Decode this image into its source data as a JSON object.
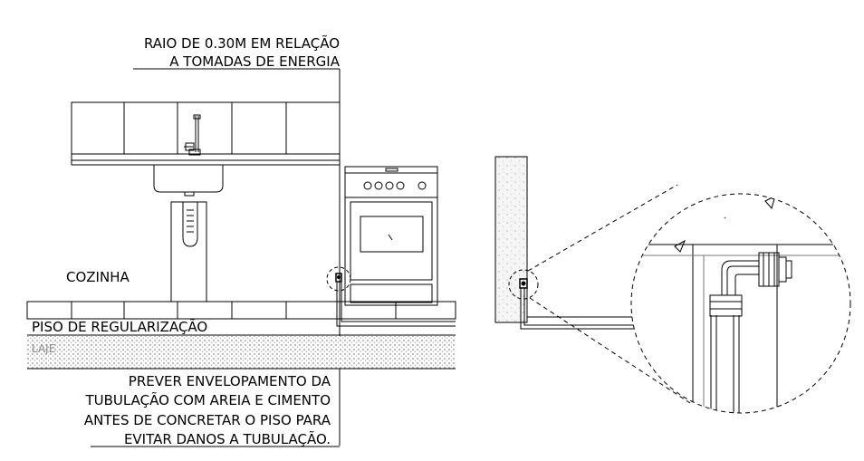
{
  "labels": {
    "radius_line1": "RAIO DE 0.30M EM RELAÇÃO",
    "radius_line2": "A TOMADAS DE ENERGIA",
    "room": "COZINHA",
    "floor_layer": "PISO DE REGULARIZAÇÃO",
    "slab": "LAJE",
    "note_line1": "PREVER ENVELOPAMENTO DA",
    "note_line2": "TUBULAÇÃO COM AREIA E CIMENTO",
    "note_line3": "ANTES DE CONCRETAR O PISO PARA",
    "note_line4": "EVITAR DANOS A TUBULAÇÃO."
  },
  "colors": {
    "line": "#000000",
    "hatch": "#9a9a9a",
    "concrete": "#f3f3f3"
  }
}
